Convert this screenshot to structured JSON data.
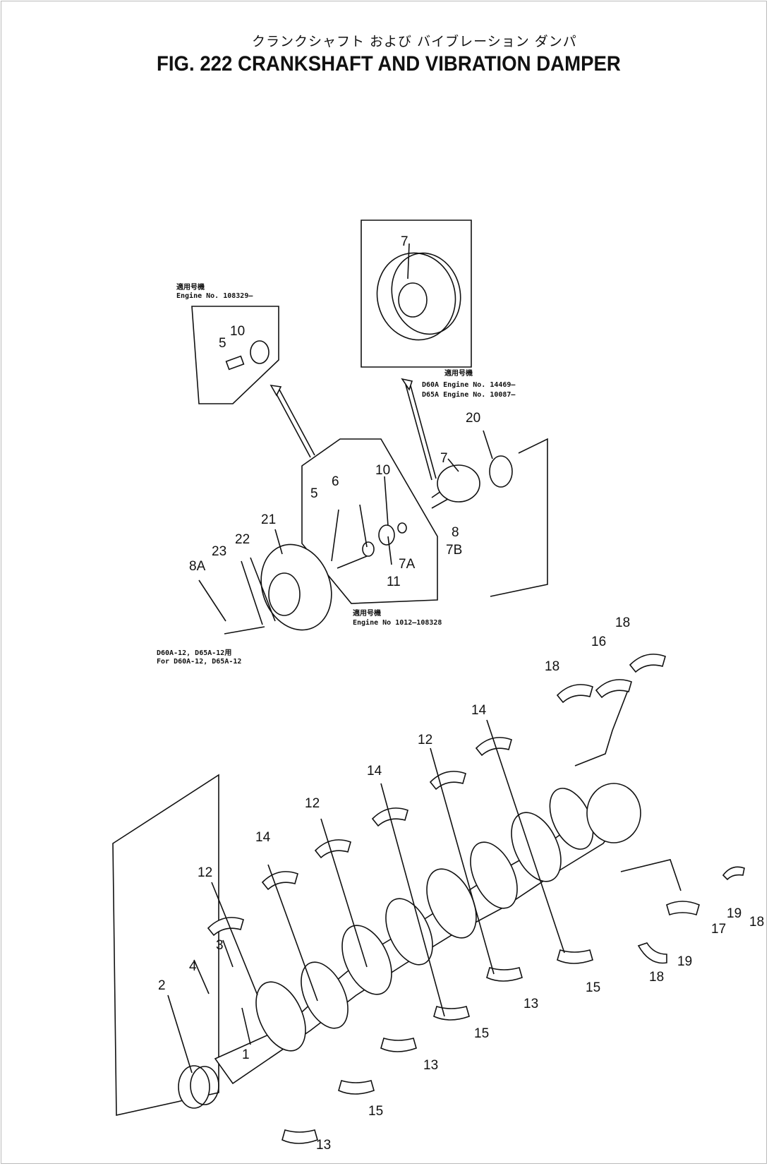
{
  "title_jp": "クランクシャフト および バイブレーション ダンパ",
  "title_en": "FIG. 222  CRANKSHAFT AND VIBRATION DAMPER",
  "notes": {
    "upper_left_1": "適用号機",
    "upper_left_2": "Engine No. 108329—",
    "upper_right_1": "適用号機",
    "upper_right_2": "D60A  Engine  No.  14469—",
    "upper_right_3": "D65A  Engine  No.  10087—",
    "center_1": "適用号機",
    "center_2": "Engine No  1012—108328",
    "lower_left_1": "D60A-12,  D65A-12用",
    "lower_left_2": "For  D60A-12,  D65A-12"
  },
  "callouts": {
    "c1": "1",
    "c2": "2",
    "c3": "3",
    "c4": "4",
    "c5a": "5",
    "c5b": "5",
    "c6": "6",
    "c7a": "7",
    "c7b": "7",
    "c7A": "7A",
    "c7B": "7B",
    "c8": "8",
    "c8A": "8A",
    "c10a": "10",
    "c10b": "10",
    "c11": "11",
    "c12a": "12",
    "c12b": "12",
    "c12c": "12",
    "c13a": "13",
    "c13b": "13",
    "c13c": "13",
    "c14a": "14",
    "c14b": "14",
    "c14c": "14",
    "c15a": "15",
    "c15b": "15",
    "c15c": "15",
    "c16": "16",
    "c17": "17",
    "c18a": "18",
    "c18b": "18",
    "c18c": "18",
    "c18d": "18",
    "c19a": "19",
    "c19b": "19",
    "c20": "20",
    "c21": "21",
    "c22": "22",
    "c23": "23"
  }
}
